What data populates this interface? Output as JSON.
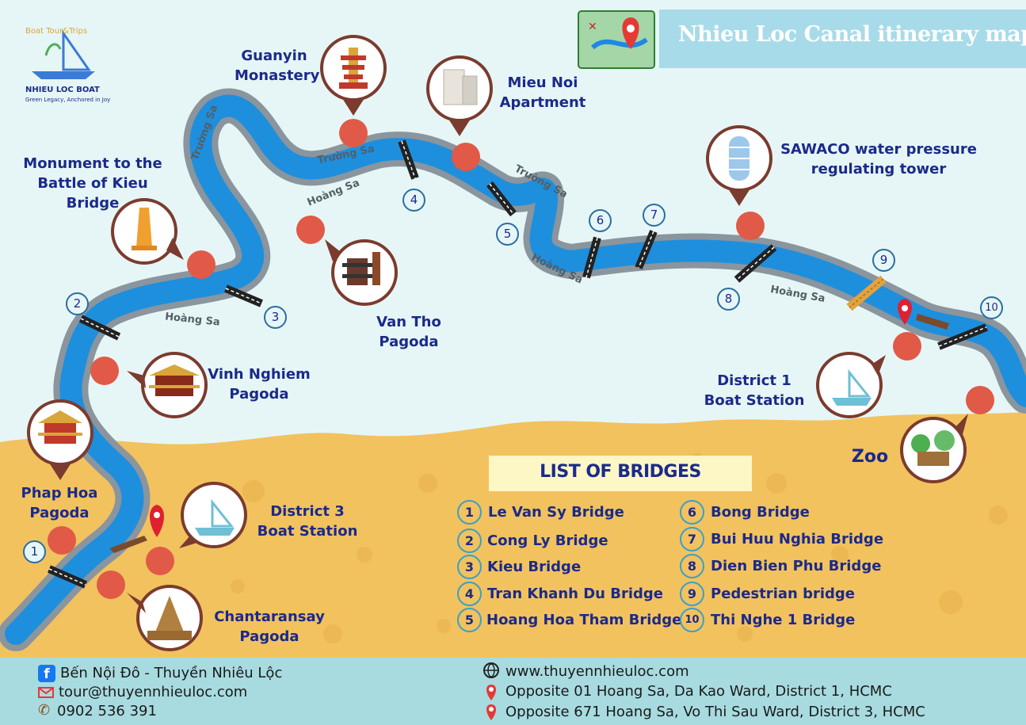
{
  "logo": {
    "arc_text": "Boat Tour&Trips",
    "name": "NHIEU LOC BOAT",
    "tagline": "Green Legacy, Anchored in Joy"
  },
  "title": "Nhieu Loc Canal itinerary map",
  "roads": {
    "truong_sa": "Trường Sa",
    "hoang_sa": "Hoàng Sa"
  },
  "landmarks": {
    "guanyin": "Guanyin\nMonastery",
    "mieu_noi": "Mieu Noi\nApartment",
    "sawaco": "SAWACO water pressure\nregulating tower",
    "monument": "Monument to the\nBattle of Kieu Bridge",
    "van_tho": "Van Tho\nPagoda",
    "vinh_nghiem": "Vinh Nghiem\nPagoda",
    "district1": "District 1\nBoat Station",
    "zoo": "Zoo",
    "phap_hoa": "Phap Hoa\nPagoda",
    "district3": "District 3\nBoat Station",
    "chantaransay": "Chantaransay\nPagoda"
  },
  "bridge_markers": [
    "1",
    "2",
    "3",
    "4",
    "5",
    "6",
    "7",
    "8",
    "9",
    "10"
  ],
  "bridge_list": {
    "heading": "LIST OF BRIDGES",
    "items": [
      {
        "num": "1",
        "name": "Le Van Sy Bridge"
      },
      {
        "num": "2",
        "name": "Cong Ly Bridge"
      },
      {
        "num": "3",
        "name": "Kieu Bridge"
      },
      {
        "num": "4",
        "name": "Tran Khanh Du Bridge"
      },
      {
        "num": "5",
        "name": "Hoang Hoa Tham Bridge"
      },
      {
        "num": "6",
        "name": "Bong Bridge"
      },
      {
        "num": "7",
        "name": "Bui Huu Nghia Bridge"
      },
      {
        "num": "8",
        "name": "Dien Bien Phu Bridge"
      },
      {
        "num": "9",
        "name": "Pedestrian bridge"
      },
      {
        "num": "10",
        "name": "Thi Nghe 1 Bridge"
      }
    ]
  },
  "footer": {
    "facebook": "Bến Nội Đô - Thuyền Nhiêu Lộc",
    "email": "tour@thuyennhieuloc.com",
    "phone": "0902 536 391",
    "website": "www.thuyennhieuloc.com",
    "address1": "Opposite 01 Hoang Sa, Da Kao Ward, District 1, HCMC",
    "address2": "Opposite 671 Hoang Sa, Vo Thi Sau Ward, District 3, HCMC"
  },
  "colors": {
    "water": "#1e8fdd",
    "bank": "#8a959e",
    "sand": "#f2c25e",
    "sky": "#e6f6f6",
    "pin": "#e05a47",
    "text": "#1b2a8a",
    "footer": "#a8dbe0"
  }
}
